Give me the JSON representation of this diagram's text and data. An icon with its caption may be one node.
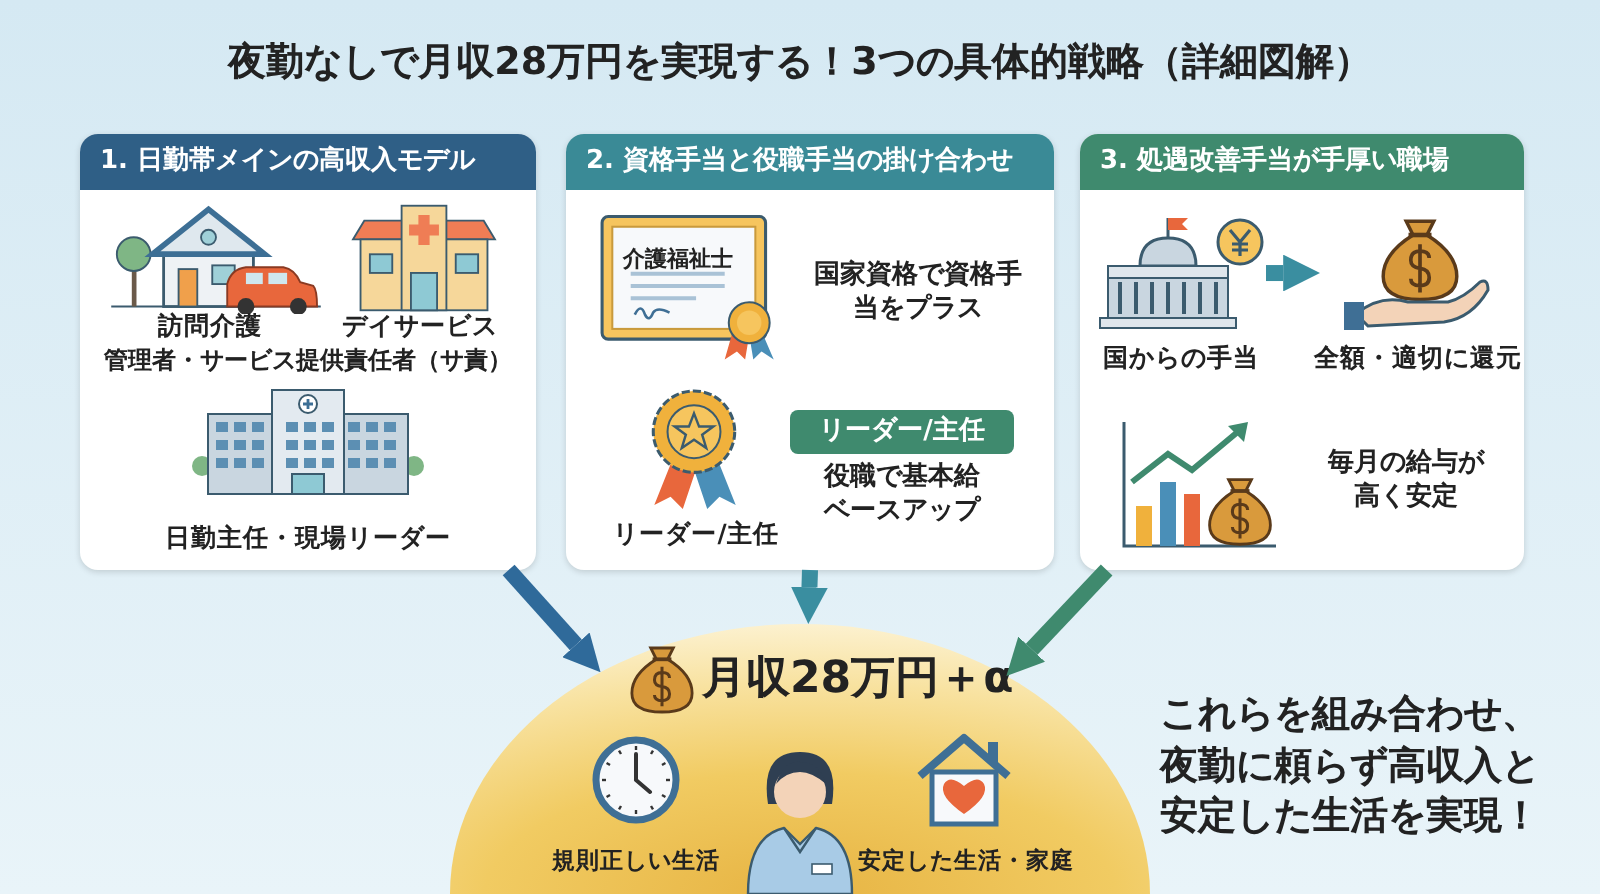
{
  "diagram": {
    "title": "夜勤なしで月収28万円を実現する！3つの具体的戦略（詳細図解）",
    "nodes": [
      {
        "text": [
          "1. 日勤帯メインの高収入モデル"
        ]
      },
      {
        "text": [
          "2. 資格手当と役職手当の掛け合わせ"
        ]
      },
      {
        "text": [
          "リーダー/主任"
        ],
        "in": 1,
        "beside": [
          "役職で基本給ベースアップ"
        ]
      },
      {
        "text": [
          "3. 処遇改善手当が手厚い職場"
        ]
      },
      {
        "text": [
          "国からの手当"
        ],
        "in": 3
      },
      {
        "text": [
          "全額・適切に還元"
        ],
        "in": 3
      },
      {
        "text": [
          "月収28万円＋α",
          "規則正しい生活",
          "安定した生活・家庭"
        ]
      }
    ],
    "edges": [
      {
        "from": 0,
        "to": 6,
        "arrow": "to",
        "color": "#2f6a9a"
      },
      {
        "from": 1,
        "to": 6,
        "arrow": "to",
        "color": "#3a8ea0"
      },
      {
        "from": 3,
        "to": 6,
        "arrow": "to",
        "color": "#3f8a6e"
      },
      {
        "from": 4,
        "to": 5,
        "arrow": "to",
        "color": "#3a8ea0"
      }
    ],
    "labels": [
      "訪問介護",
      "デイサービス",
      "管理者・サービス提供責任者（サ責）",
      "日勤主任・現場リーダー",
      "介護福祉士",
      "国家資格で資格手当をプラス",
      "リーダー/主任",
      "毎月の給与が高く安定",
      "これらを組み合わせ、夜勤に頼らず高収入と安定した生活を実現！"
    ]
  }
}
